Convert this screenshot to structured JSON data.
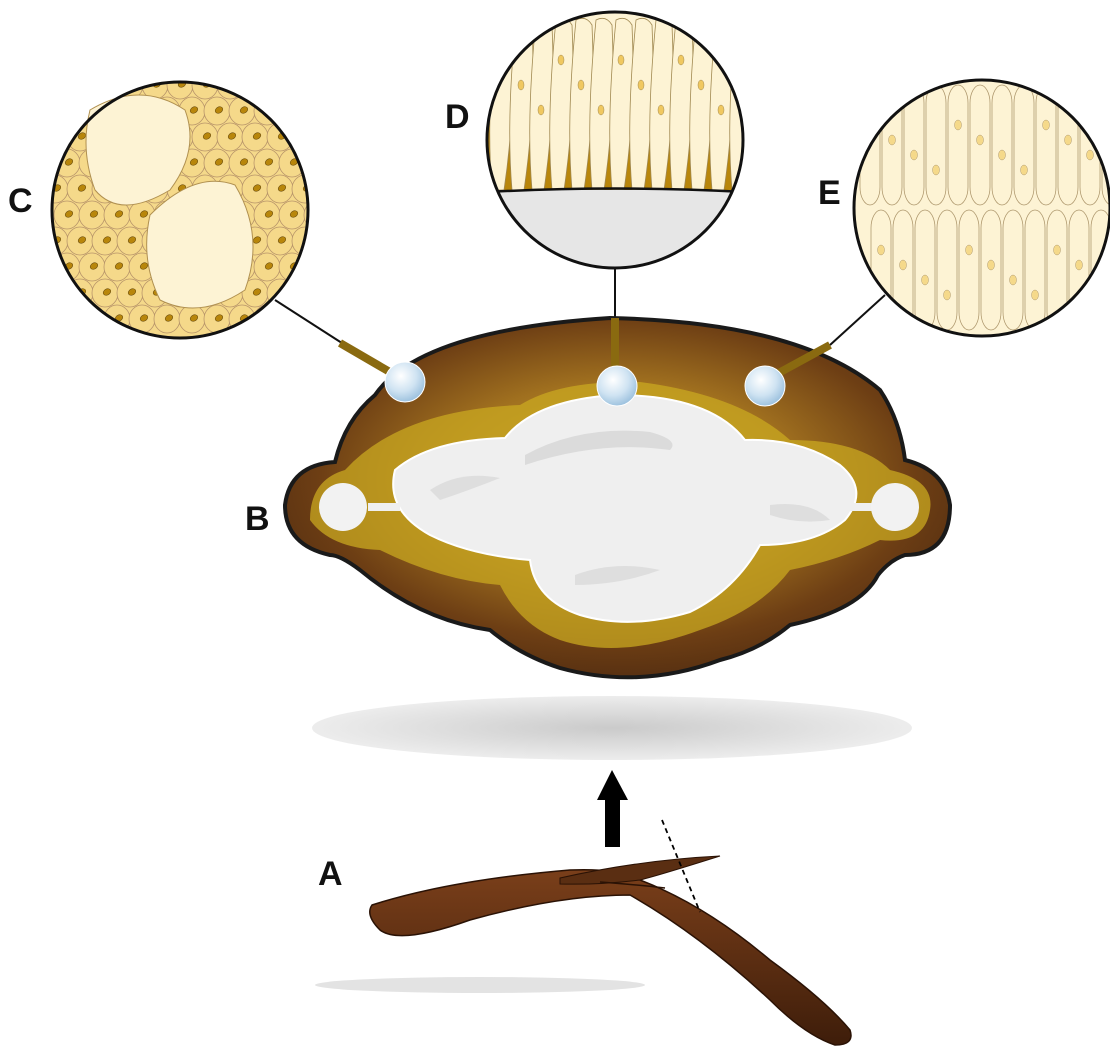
{
  "labels": {
    "a": "A",
    "b": "B",
    "c": "C",
    "d": "D",
    "e": "E"
  },
  "colors": {
    "seed_coat_dark": "#4e2a10",
    "seed_coat_mid": "#7a4a1e",
    "ring_gold": "#c9a820",
    "white_core": "#f2f2f2",
    "cell_yellow": "#f5d98a",
    "cell_pale": "#fdf3d4",
    "nucleus": "#b8860b",
    "probe": "#8a6a10",
    "pod": "#5a2e12"
  },
  "icons": {
    "arrow": "up-arrow-icon",
    "cut_line": "dashed-cut-line"
  }
}
